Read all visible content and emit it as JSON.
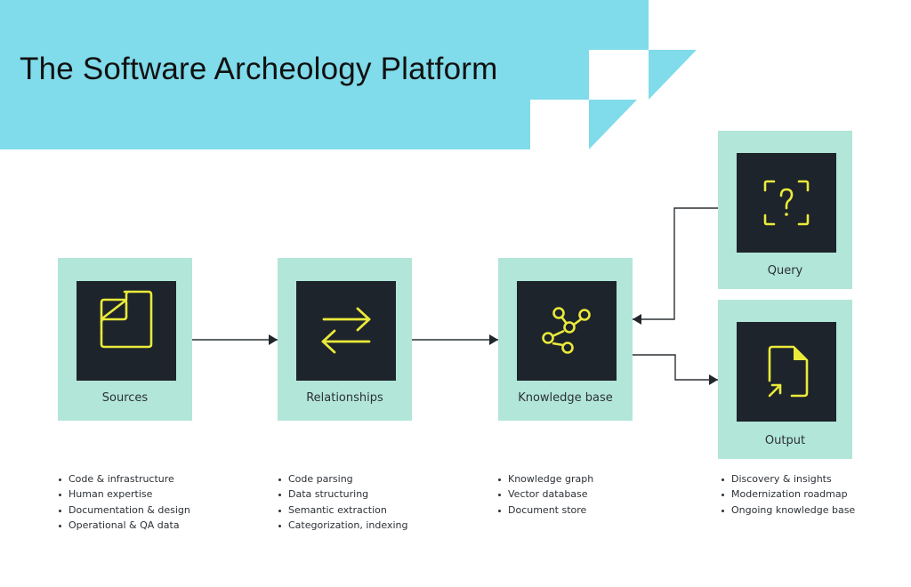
{
  "title": "The Software Archeology Platform",
  "colors": {
    "header_bg": "#80dbea",
    "box_bg": "#b2e6d9",
    "tile_bg": "#1e242b",
    "icon_stroke": "#eaea3a",
    "connector": "#2b3035"
  },
  "nodes": [
    {
      "id": "sources",
      "label": "Sources",
      "icon": "folder-icon",
      "bullets": [
        "Code & infrastructure",
        "Human expertise",
        "Documentation & design",
        "Operational & QA data"
      ]
    },
    {
      "id": "relationships",
      "label": "Relationships",
      "icon": "swap-arrows-icon",
      "bullets": [
        "Code parsing",
        "Data structuring",
        "Semantic extraction",
        "Categorization, indexing"
      ]
    },
    {
      "id": "knowledge-base",
      "label": "Knowledge base",
      "icon": "graph-nodes-icon",
      "bullets": [
        "Knowledge graph",
        "Vector database",
        "Document store"
      ]
    },
    {
      "id": "query",
      "label": "Query",
      "icon": "question-scan-icon",
      "bullets": []
    },
    {
      "id": "output",
      "label": "Output",
      "icon": "document-export-icon",
      "bullets": [
        "Discovery & insights",
        "Modernization roadmap",
        "Ongoing knowledge base"
      ]
    }
  ],
  "edges": [
    {
      "from": "sources",
      "to": "relationships"
    },
    {
      "from": "relationships",
      "to": "knowledge-base"
    },
    {
      "from": "query",
      "to": "knowledge-base"
    },
    {
      "from": "knowledge-base",
      "to": "output"
    }
  ]
}
